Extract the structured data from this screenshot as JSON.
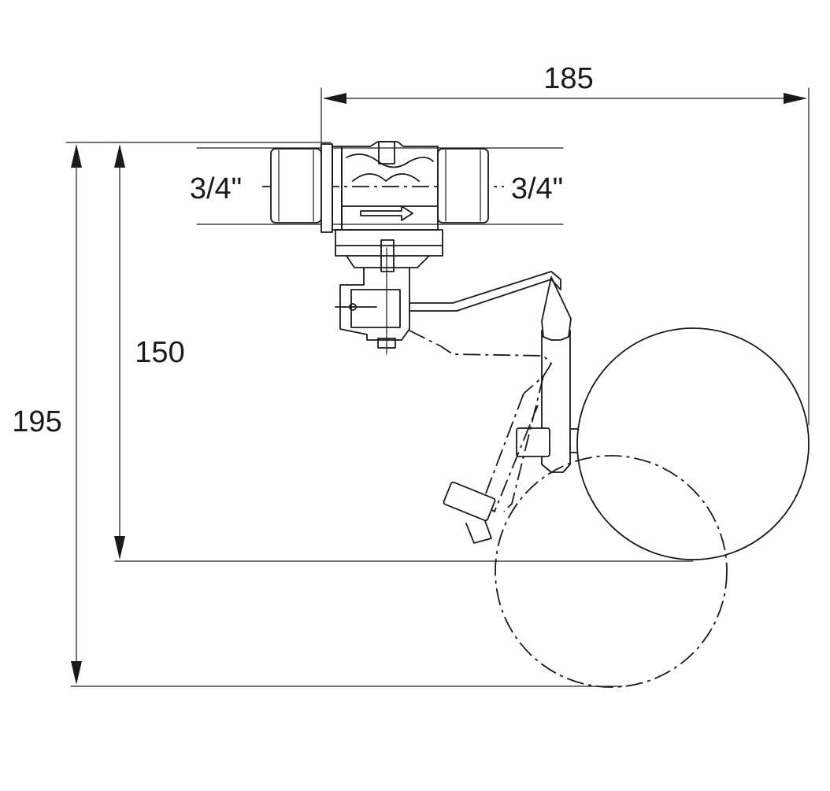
{
  "dimensions": {
    "width_185": "185",
    "height_150": "150",
    "height_195": "195",
    "thread_left": "3/4\"",
    "thread_right": "3/4\""
  },
  "colors": {
    "line": "#1a1a1a",
    "background": "#ffffff"
  }
}
